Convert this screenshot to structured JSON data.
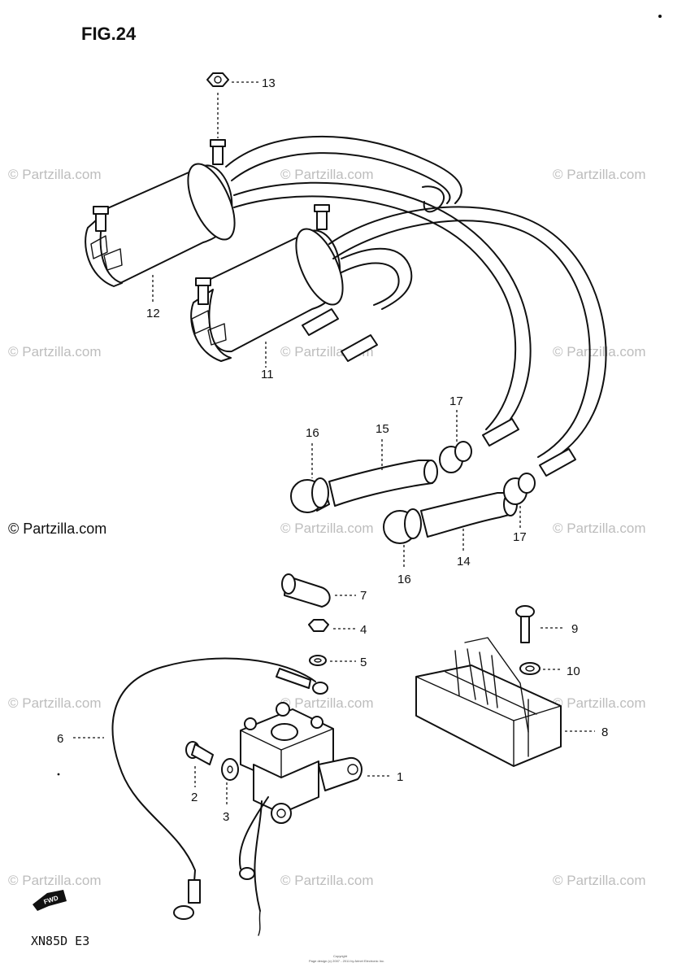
{
  "figure_title": "FIG.24",
  "model_code": "XN85D  E3",
  "direction_marker": "FWD",
  "footer_fine_print": [
    "Copyright",
    "Page design (c) 2007 - 2011 by Arinet Electronic Inc."
  ],
  "watermark_text": "© Partzilla.com",
  "main_watermark": "© Partzilla.com",
  "callouts": [
    {
      "id": "13",
      "label": "13"
    },
    {
      "id": "12",
      "label": "12"
    },
    {
      "id": "11",
      "label": "11"
    },
    {
      "id": "16a",
      "label": "16"
    },
    {
      "id": "15",
      "label": "15"
    },
    {
      "id": "17a",
      "label": "17"
    },
    {
      "id": "16b",
      "label": "16"
    },
    {
      "id": "14",
      "label": "14"
    },
    {
      "id": "17b",
      "label": "17"
    },
    {
      "id": "7",
      "label": "7"
    },
    {
      "id": "4",
      "label": "4"
    },
    {
      "id": "5",
      "label": "5"
    },
    {
      "id": "9",
      "label": "9"
    },
    {
      "id": "10",
      "label": "10"
    },
    {
      "id": "6",
      "label": "6"
    },
    {
      "id": "8",
      "label": "8"
    },
    {
      "id": "1",
      "label": "1"
    },
    {
      "id": "2",
      "label": "2"
    },
    {
      "id": "3",
      "label": "3"
    }
  ]
}
